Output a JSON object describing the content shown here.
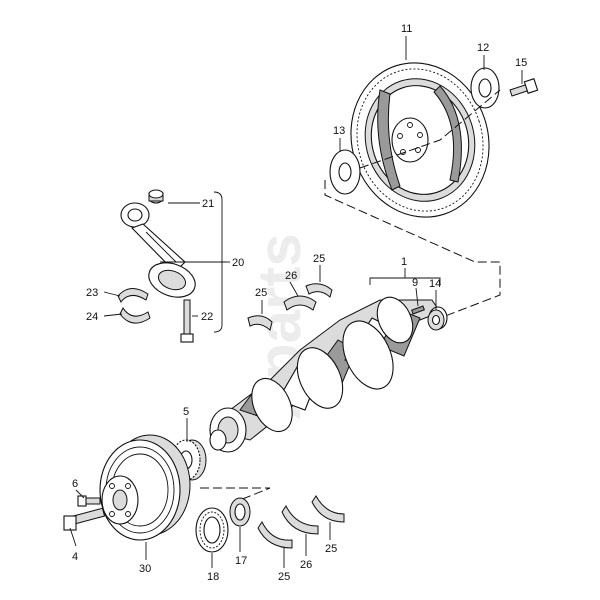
{
  "watermark": "Xparts",
  "callouts": [
    {
      "id": "11",
      "label": "11"
    },
    {
      "id": "12",
      "label": "12"
    },
    {
      "id": "15",
      "label": "15"
    },
    {
      "id": "13",
      "label": "13"
    },
    {
      "id": "21",
      "label": "21"
    },
    {
      "id": "20",
      "label": "20"
    },
    {
      "id": "1",
      "label": "1"
    },
    {
      "id": "26",
      "label": "26"
    },
    {
      "id": "25a",
      "label": "25"
    },
    {
      "id": "25b",
      "label": "25"
    },
    {
      "id": "9",
      "label": "9"
    },
    {
      "id": "14",
      "label": "14"
    },
    {
      "id": "23",
      "label": "23"
    },
    {
      "id": "24",
      "label": "24"
    },
    {
      "id": "22",
      "label": "22"
    },
    {
      "id": "5",
      "label": "5"
    },
    {
      "id": "6",
      "label": "6"
    },
    {
      "id": "4",
      "label": "4"
    },
    {
      "id": "30",
      "label": "30"
    },
    {
      "id": "18",
      "label": "18"
    },
    {
      "id": "17",
      "label": "17"
    },
    {
      "id": "25c",
      "label": "25"
    },
    {
      "id": "26b",
      "label": "26"
    },
    {
      "id": "25d",
      "label": "25"
    }
  ]
}
